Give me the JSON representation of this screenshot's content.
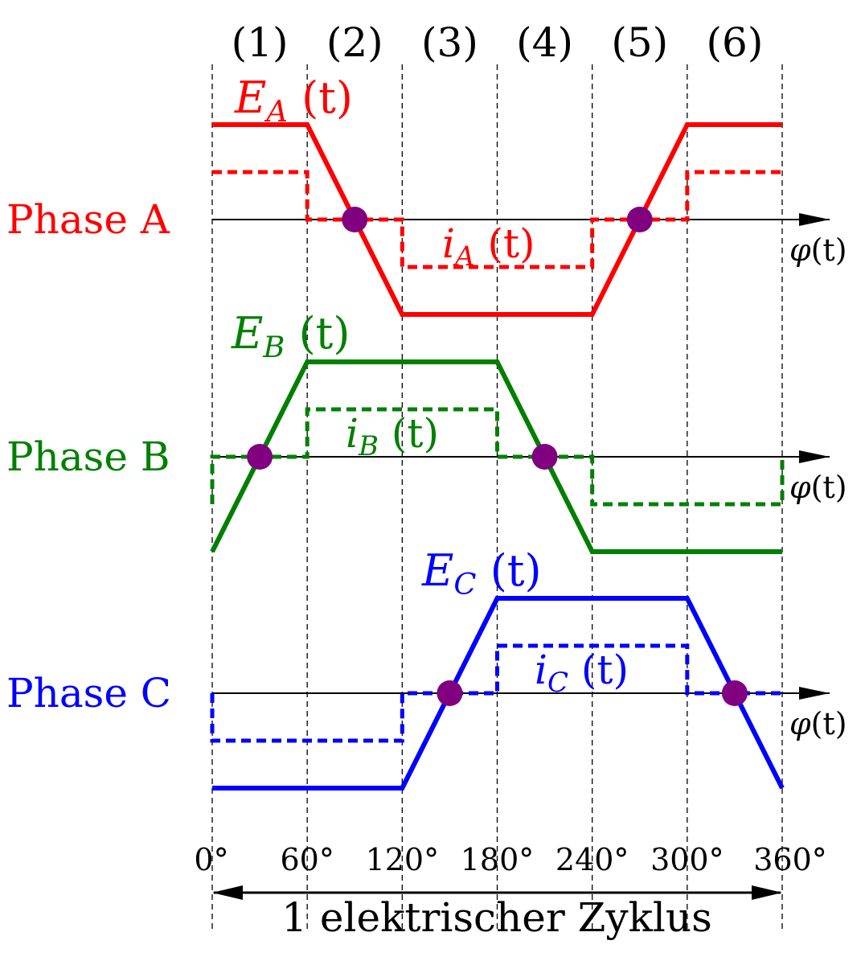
{
  "segments": [
    "(1)",
    "(2)",
    "(3)",
    "(4)",
    "(5)",
    "(6)"
  ],
  "angle_ticks": [
    "0°",
    "60°",
    "120°",
    "180°",
    "240°",
    "300°",
    "360°"
  ],
  "axis_label_main": "φ",
  "axis_label_arg": "(t)",
  "cycle_label": "1 elektrischer Zyklus",
  "colors": {
    "phase_a": "#ff0000",
    "phase_b": "#008000",
    "phase_c": "#0000ff",
    "marker": "#800080",
    "axis": "#000000"
  },
  "phases": [
    {
      "label": "Phase A",
      "color_key": "phase_a",
      "emf_letter": "E",
      "current_letter": "i",
      "subscript": "A",
      "arg": "(t)",
      "emf": [
        [
          0,
          1
        ],
        [
          60,
          1
        ],
        [
          120,
          -1
        ],
        [
          240,
          -1
        ],
        [
          300,
          1
        ],
        [
          360,
          1
        ]
      ],
      "current": [
        [
          0,
          1
        ],
        [
          60,
          1
        ],
        [
          60,
          0
        ],
        [
          120,
          0
        ],
        [
          120,
          -1
        ],
        [
          240,
          -1
        ],
        [
          240,
          0
        ],
        [
          300,
          0
        ],
        [
          300,
          1
        ],
        [
          360,
          1
        ]
      ],
      "zero_crossings": [
        90,
        270
      ]
    },
    {
      "label": "Phase B",
      "color_key": "phase_b",
      "emf_letter": "E",
      "current_letter": "i",
      "subscript": "B",
      "arg": "(t)",
      "emf": [
        [
          0,
          -1
        ],
        [
          60,
          1
        ],
        [
          180,
          1
        ],
        [
          240,
          -1
        ],
        [
          360,
          -1
        ]
      ],
      "current": [
        [
          0,
          -1
        ],
        [
          0,
          0
        ],
        [
          60,
          0
        ],
        [
          60,
          1
        ],
        [
          180,
          1
        ],
        [
          180,
          0
        ],
        [
          240,
          0
        ],
        [
          240,
          -1
        ],
        [
          360,
          -1
        ],
        [
          360,
          0
        ]
      ],
      "zero_crossings": [
        30,
        210
      ]
    },
    {
      "label": "Phase C",
      "color_key": "phase_c",
      "emf_letter": "E",
      "current_letter": "i",
      "subscript": "C",
      "arg": "(t)",
      "emf": [
        [
          0,
          -1
        ],
        [
          120,
          -1
        ],
        [
          180,
          1
        ],
        [
          300,
          1
        ],
        [
          360,
          -1
        ]
      ],
      "current": [
        [
          0,
          0
        ],
        [
          0,
          -1
        ],
        [
          120,
          -1
        ],
        [
          120,
          0
        ],
        [
          180,
          0
        ],
        [
          180,
          1
        ],
        [
          300,
          1
        ],
        [
          300,
          0
        ],
        [
          360,
          0
        ]
      ],
      "zero_crossings": [
        150,
        330
      ]
    }
  ]
}
